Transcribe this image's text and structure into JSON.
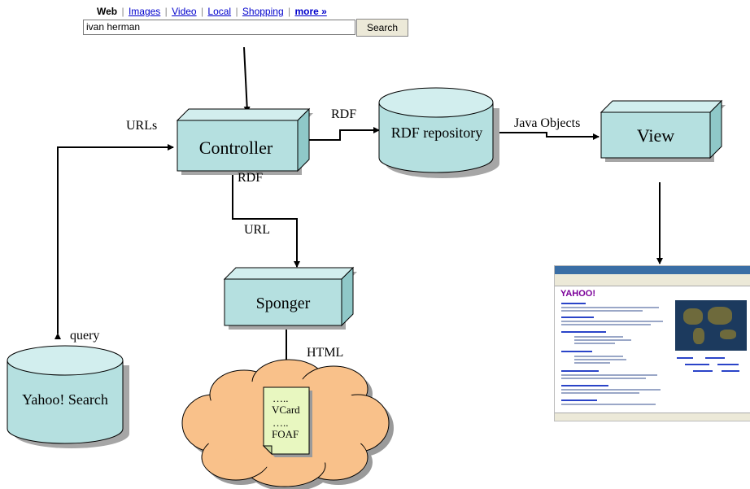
{
  "search": {
    "tabs": {
      "web": "Web",
      "images": "Images",
      "video": "Video",
      "local": "Local",
      "shopping": "Shopping",
      "more": "more »"
    },
    "separator": "|",
    "query": "ivan herman",
    "button_label": "Search"
  },
  "nodes": {
    "controller": "Controller",
    "rdf_repository": "RDF repository",
    "view": "View",
    "sponger": "Sponger",
    "yahoo_search": "Yahoo! Search"
  },
  "edges": {
    "urls": "URLs",
    "rdf_to_repo": "RDF",
    "java_objects": "Java Objects",
    "rdf_from_sponger": "RDF",
    "url_to_sponger": "URL",
    "html": "HTML",
    "query": "query"
  },
  "document": {
    "dots_top": "…..",
    "vcard": "VCard",
    "dots_mid": "…..",
    "foaf": "FOAF"
  },
  "colors": {
    "box_fill": "#b5e0e0",
    "box_top": "#d2eeee",
    "box_side": "#8fc8c8",
    "cloud": "#f9c18a",
    "doc": "#e8f7c0",
    "shadow": "#a0a0a0"
  }
}
